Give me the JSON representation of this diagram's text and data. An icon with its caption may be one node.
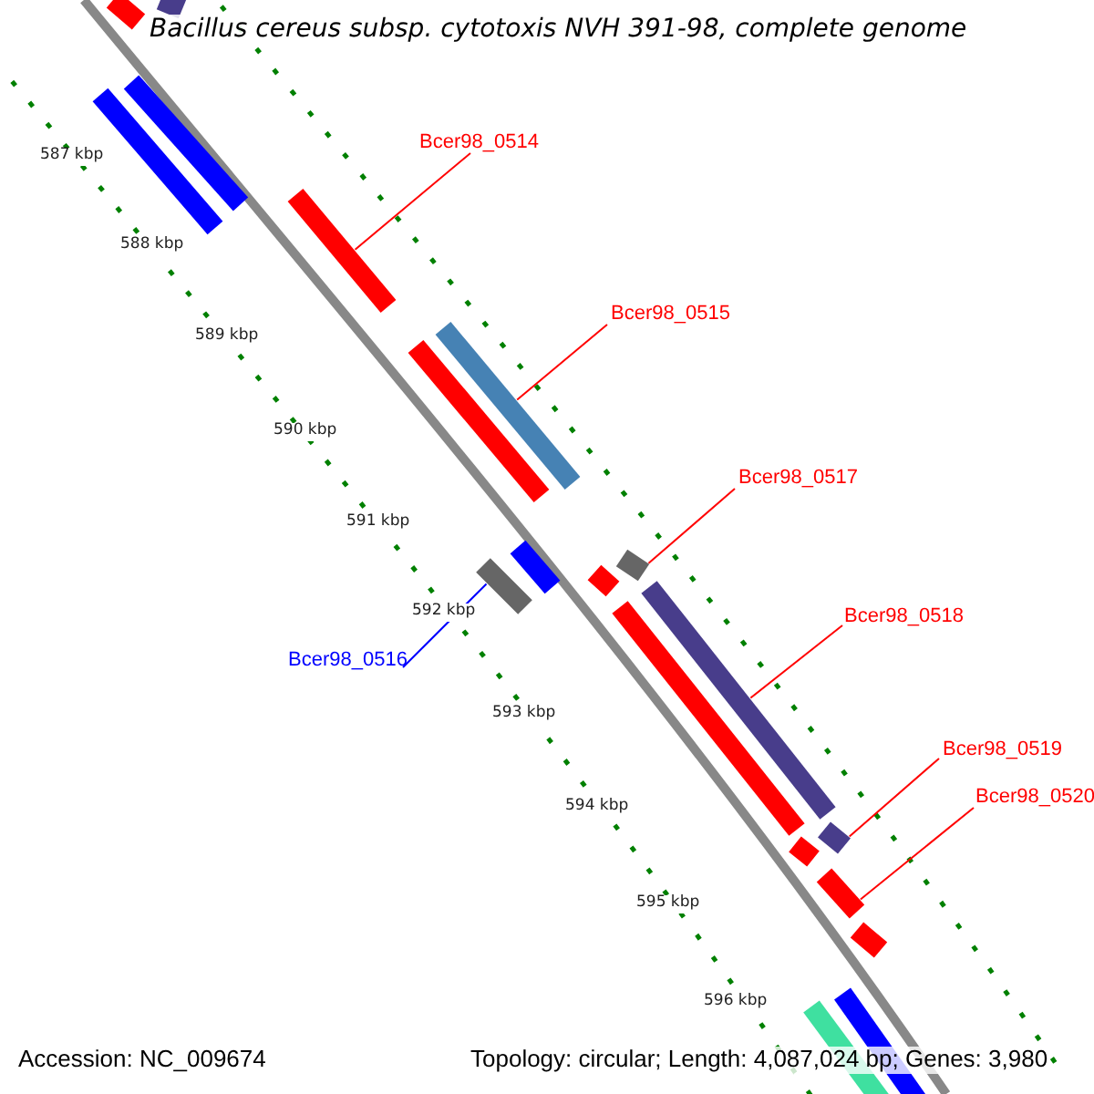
{
  "diagram": {
    "title": "Bacillus cereus subsp. cytotoxis NVH 391-98, complete genome",
    "nodes": [
      {
        "text": [
          "Bcer98_0514"
        ]
      },
      {
        "text": [
          "Bcer98_0515"
        ]
      },
      {
        "text": [
          "Bcer98_0517"
        ]
      },
      {
        "text": [
          "Bcer98_0518"
        ]
      },
      {
        "text": [
          "Bcer98_0516"
        ]
      },
      {
        "text": [
          "Bcer98_0519"
        ]
      },
      {
        "text": [
          "Bcer98_0520"
        ]
      },
      {
        "text": [],
        "shape": "bar"
      },
      {
        "text": [],
        "shape": "bar"
      },
      {
        "text": [],
        "shape": "bar"
      },
      {
        "text": [],
        "shape": "bar"
      },
      {
        "text": [],
        "shape": "bar"
      },
      {
        "text": [],
        "shape": "bar"
      },
      {
        "text": [],
        "shape": "bar"
      },
      {
        "text": [],
        "shape": "bar"
      },
      {
        "text": [],
        "shape": "bar"
      },
      {
        "text": [],
        "shape": "bar"
      },
      {
        "text": [],
        "shape": "bar"
      },
      {
        "text": [],
        "shape": "bar"
      },
      {
        "text": [],
        "shape": "bar"
      },
      {
        "text": [],
        "shape": "bar"
      },
      {
        "text": [],
        "shape": "bar"
      },
      {
        "text": [],
        "shape": "bar"
      },
      {
        "text": [],
        "shape": "bar"
      },
      {
        "text": [],
        "shape": "bar"
      },
      {
        "text": [],
        "shape": "bar"
      }
    ],
    "edges": [
      {
        "from": 0,
        "to": 7,
        "arrow": "none"
      },
      {
        "from": 1,
        "to": 8,
        "arrow": "none"
      },
      {
        "from": 2,
        "to": 9,
        "arrow": "none"
      },
      {
        "from": 3,
        "to": 11,
        "arrow": "none"
      },
      {
        "from": 4,
        "to": 10,
        "arrow": "none",
        "color": "#0000ff"
      },
      {
        "from": 5,
        "to": 12,
        "arrow": "none"
      },
      {
        "from": 6,
        "to": 13,
        "arrow": "none"
      }
    ],
    "labels": [
      "587 kbp",
      "588 kbp",
      "589 kbp",
      "590 kbp",
      "591 kbp",
      "592 kbp",
      "593 kbp",
      "594 kbp",
      "595 kbp",
      "596 kbp",
      "Accession: NC_009674",
      "Topology: circular; Length: 4,087,024 bp; Genes: 3,980"
    ]
  }
}
